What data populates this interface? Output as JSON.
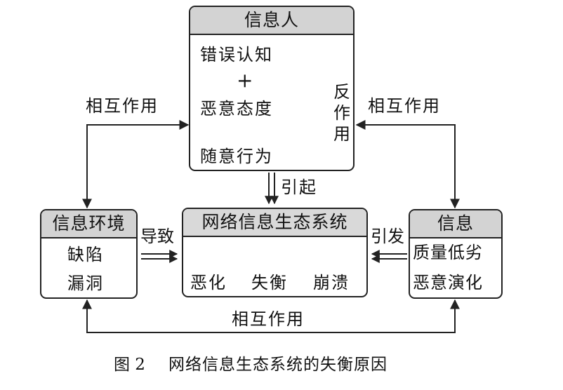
{
  "info_person": {
    "title": "信息人",
    "items": [
      "错误认知",
      "+",
      "恶意态度",
      "随意行为"
    ],
    "feedback_label": "反作用"
  },
  "info_environment": {
    "title": "信息环境",
    "items": [
      "缺陷",
      "漏洞"
    ]
  },
  "ecosystem": {
    "title": "网络信息生态系统",
    "stages": [
      "恶化",
      "失衡",
      "崩溃"
    ]
  },
  "information": {
    "title": "信息",
    "items": [
      "质量低劣",
      "恶意演化"
    ]
  },
  "relations": {
    "interaction_left": "相互作用",
    "interaction_right": "相互作用",
    "interaction_bottom": "相互作用",
    "causes": "引起",
    "leads_to": "导致",
    "triggers": "引发"
  },
  "caption": {
    "number": "图 2",
    "text": "网络信息生态系统的失衡原因"
  }
}
